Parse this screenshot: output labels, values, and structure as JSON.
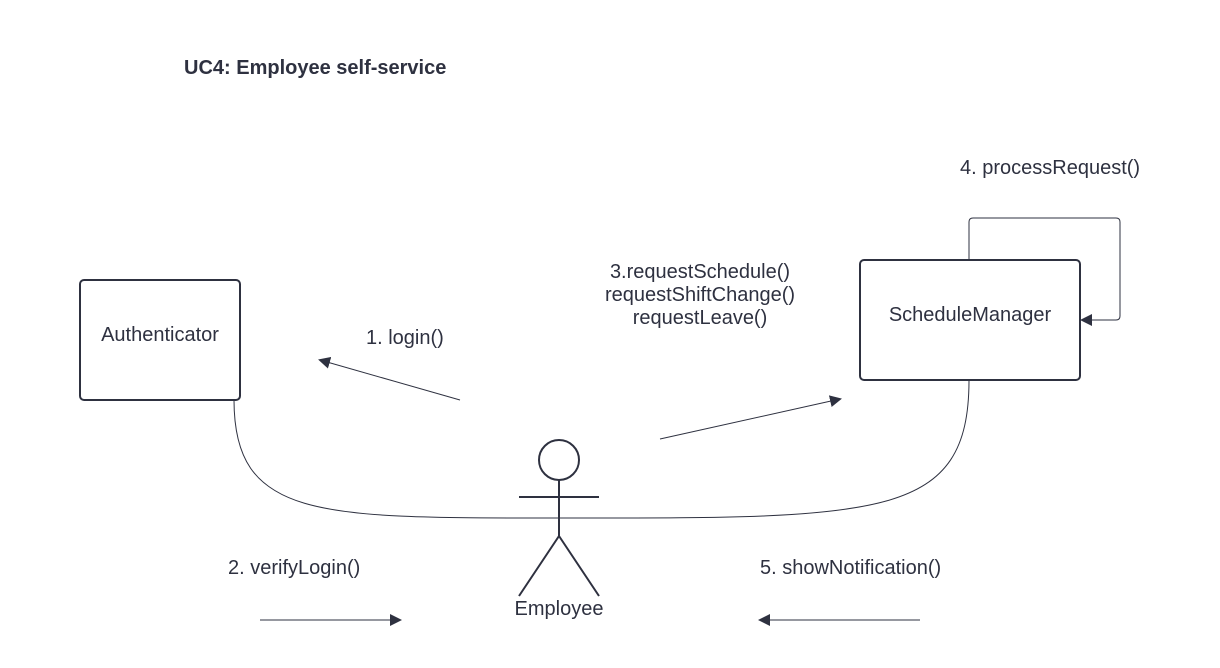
{
  "title": "UC4: Employee self-service",
  "objects": {
    "authenticator": "Authenticator",
    "schedule_manager": "ScheduleManager"
  },
  "actor": {
    "name": "Employee"
  },
  "messages": {
    "m1": "1. login()",
    "m2": "2. verifyLogin()",
    "m3": [
      "3.requestSchedule()",
      "requestShiftChange()",
      "requestLeave()"
    ],
    "m4": "4. processRequest()",
    "m5": "5. showNotification()"
  },
  "colors": {
    "stroke": "#2e3140",
    "text": "#2e3140",
    "background": "#ffffff"
  }
}
